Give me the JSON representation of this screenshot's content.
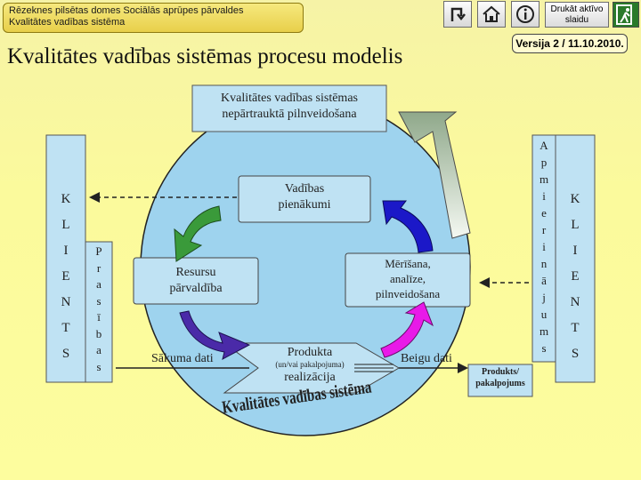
{
  "header": {
    "line1": "Rēzeknes pilsētas domes Sociālās aprūpes pārvaldes",
    "line2": "Kvalitātes vadības sistēma"
  },
  "nav": {
    "print_label_line1": "Drukāt aktīvo",
    "print_label_line2": "slaidu"
  },
  "title": "Kvalitātes vadības sistēmas procesu modelis",
  "version": "Versija 2 / 11.10.2010.",
  "diagram": {
    "top_box_line1": "Kvalitātes vadības sistēmas",
    "top_box_line2": "nepārtrauktā pilnveidošana",
    "management_line1": "Vadības",
    "management_line2": "pienākumi",
    "resources_line1": "Resursu",
    "resources_line2": "pārvaldība",
    "measurement_line1": "Mērīšana,",
    "measurement_line2": "analīze,",
    "measurement_line3": "pilnveidošana",
    "product_line1": "Produkta",
    "product_line2": "(un/vai pakalpojuma)",
    "product_line3": "realizācija",
    "start_data": "Sākuma dati",
    "end_data": "Beigu dati",
    "output_line1": "Produkts/",
    "output_line2": "pakalpojums",
    "system_label": "Kvalitātes vadības sistēma",
    "left_client_letters": [
      "K",
      "L",
      "I",
      "E",
      "N",
      "T",
      "S"
    ],
    "right_client_letters": [
      "K",
      "L",
      "I",
      "E",
      "N",
      "T",
      "S"
    ],
    "requirements_letters": [
      "P",
      "r",
      "a",
      "s",
      "ī",
      "b",
      "a",
      "s"
    ],
    "satisfaction_letters": [
      "A",
      "p",
      "m",
      "i",
      "e",
      "r",
      "i",
      "n",
      "ā",
      "j",
      "u",
      "m",
      "s"
    ]
  },
  "colors": {
    "circle": "#9ed3ee",
    "box": "#bfe2f3",
    "blue_arrow": "#1b18c8",
    "green_arrow": "#3a9a3a",
    "magenta_arrow": "#e81ae8",
    "purple_arrow": "#4a2aa8"
  }
}
